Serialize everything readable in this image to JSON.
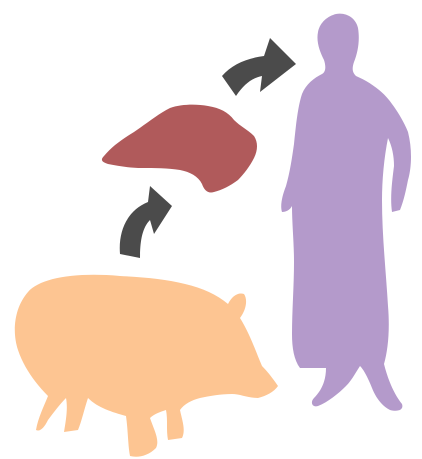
{
  "diagram": {
    "stages": [
      {
        "icon": "pig-silhouette-icon",
        "color": "#FDC592"
      },
      {
        "icon": "meat-cut-icon",
        "color": "#B05A5B"
      },
      {
        "icon": "person-silhouette-icon",
        "color": "#B49ACB"
      }
    ],
    "arrows": [
      {
        "icon": "curved-arrow-icon",
        "color": "#4B4B4B",
        "from": "pig",
        "to": "meat"
      },
      {
        "icon": "curved-arrow-icon",
        "color": "#4B4B4B",
        "from": "meat",
        "to": "person"
      }
    ]
  }
}
